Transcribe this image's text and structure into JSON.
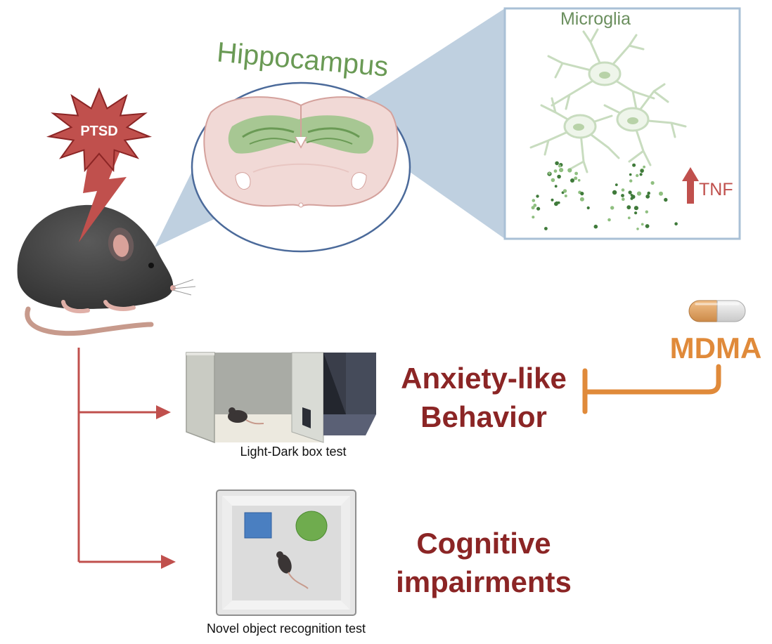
{
  "labels": {
    "ptsd": "PTSD",
    "hippocampus": "Hippocampus",
    "microglia": "Microglia",
    "tnf": "TNF",
    "mdma": "MDMA",
    "anxiety_line1": "Anxiety-like",
    "anxiety_line2": "Behavior",
    "cognitive_line1": "Cognitive",
    "cognitive_line2": "impairments",
    "light_dark_test": "Light-Dark box test",
    "novel_object_test": "Novel object recognition test"
  },
  "colors": {
    "brand_red": "#8b2525",
    "arrow_red": "#c0504d",
    "ptsd_fill": "#c0504d",
    "hippocampus_green": "#6a9a55",
    "microglia_green": "#6b8f5e",
    "mdma_orange": "#e08a3a",
    "zoom_blue": "#a9c0d6"
  },
  "icons": [
    "ptsd-burst-icon",
    "lightning-icon",
    "mouse-icon",
    "brain-slice-icon",
    "microglia-cell-icon",
    "pill-icon",
    "up-arrow-icon",
    "inhibition-icon"
  ]
}
